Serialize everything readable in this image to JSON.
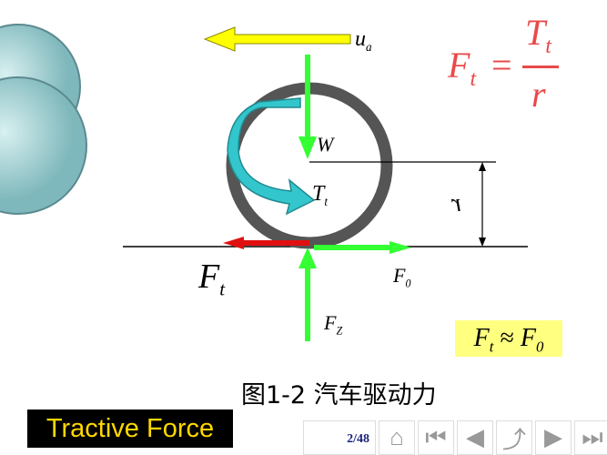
{
  "diagram": {
    "labels": {
      "ua": "u",
      "ua_sub": "a",
      "W": "W",
      "Tt": "T",
      "Tt_sub": "t",
      "r": "r",
      "Ft": "F",
      "Ft_sub": "t",
      "F0": "F",
      "F0_sub": "0",
      "Fz": "F",
      "Fz_sub": "Z"
    },
    "formula": {
      "lhs": "F",
      "lhs_sub": "t",
      "eq": "=",
      "num": "T",
      "num_sub": "t",
      "den": "r"
    },
    "approx": {
      "a": "F",
      "a_sub": "t",
      "op": "≈",
      "b": "F",
      "b_sub": "0"
    },
    "colors": {
      "arrow_yellow": "#ffff00",
      "arrow_green": "#33ff33",
      "arrow_red": "#e01010",
      "torque": "#33c6cc",
      "tire": "#555555",
      "formula": "#e84a4a",
      "highlight": "#ffff80"
    }
  },
  "caption": "图1-2 汽车驱动力",
  "title_badge": "Tractive Force",
  "nav": {
    "page": "2/48",
    "buttons": [
      "home-icon",
      "first-icon",
      "prev-icon",
      "return-icon",
      "next-icon",
      "last-icon"
    ]
  }
}
